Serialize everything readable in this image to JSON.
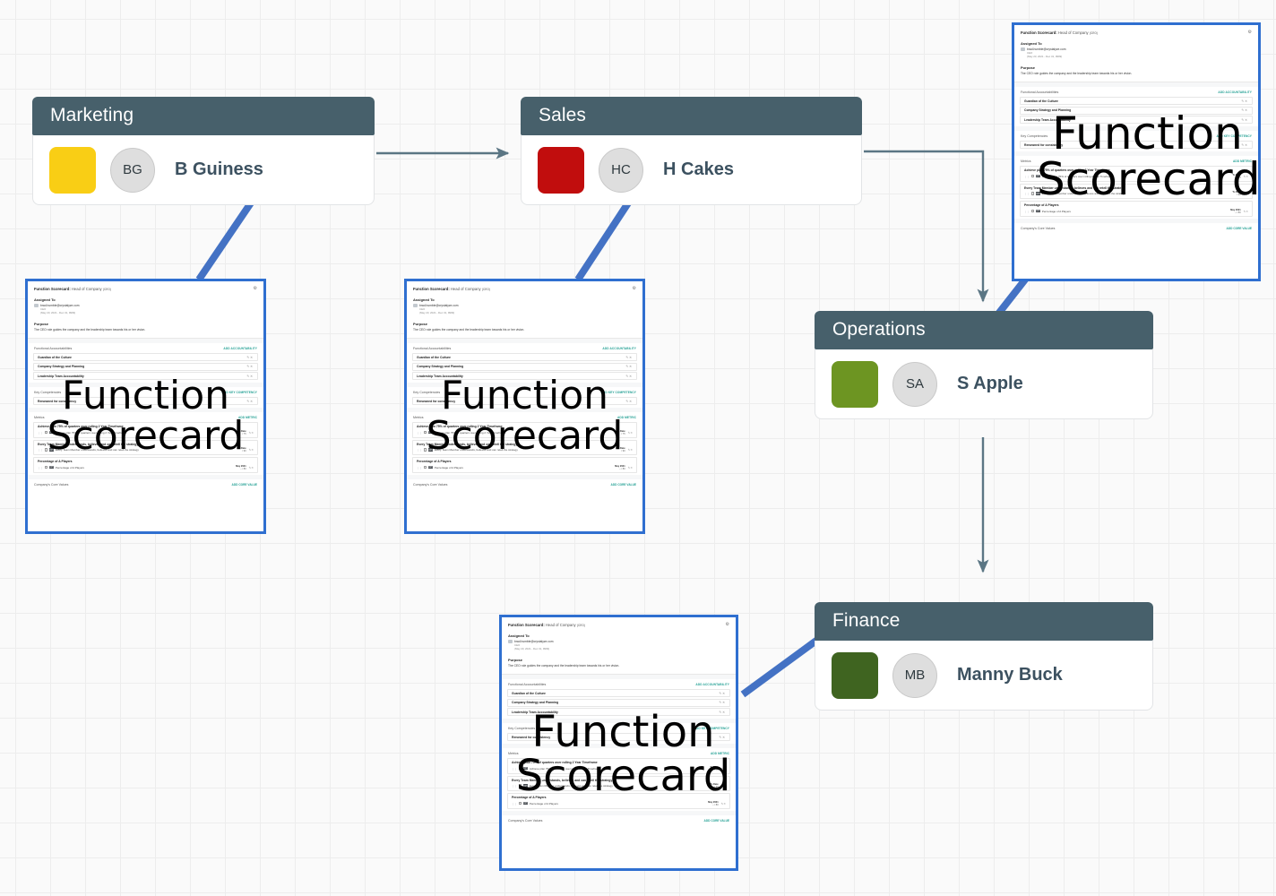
{
  "canvas": {
    "background_color": "#fafafa",
    "grid_color": "#ededed",
    "connector_color": "#5b7684",
    "annotation_line_color": "#4472c4",
    "scorecard_border_color": "#2f6fd0"
  },
  "overlay_label": {
    "line1": "Function",
    "line2": "Scorecard"
  },
  "nodes": [
    {
      "id": "marketing",
      "department": "Marketing",
      "swatch_color": "#f9ce15",
      "initials": "BG",
      "person": "B Guiness"
    },
    {
      "id": "sales",
      "department": "Sales",
      "swatch_color": "#c10d0d",
      "initials": "HC",
      "person": "H Cakes"
    },
    {
      "id": "operations",
      "department": "Operations",
      "swatch_color": "#6d9522",
      "initials": "SA",
      "person": "S Apple"
    },
    {
      "id": "finance",
      "department": "Finance",
      "swatch_color": "#3f6420",
      "initials": "MB",
      "person": "Manny Buck"
    }
  ],
  "scorecard": {
    "title_label": "Function Scorecard:",
    "title_value": "Head of Company",
    "title_suffix": "(CEO)",
    "gear_icon": "gear-icon",
    "assigned_to_label": "Assigned To",
    "assigned_email": "brad.humble@crystalyze.com",
    "assigned_role": "CEO",
    "assigned_dates": "(May 23, 2021 - Dec 31, 9999)",
    "purpose_label": "Purpose",
    "purpose_text": "The CEO role guides the company and the leadership team towards his or her vision.",
    "accountabilities_label": "Functional Accountabilities",
    "add_accountability_label": "ADD ACCOUNTABILITY",
    "accountabilities": [
      "Guardian of the Culture",
      "Company Strategy and Planning",
      "Leadership Team Accountability"
    ],
    "competencies_label": "Key Competencies",
    "add_competency_label": "ADD KEY COMPETENCY",
    "competencies": [
      "Renowned for consistency"
    ],
    "metrics_label": "Metrics",
    "add_metric_label": "ADD METRIC",
    "metrics": [
      {
        "title": "Achieve plan 75% of quarters over rolling 2 Year Timeframe",
        "badge": "KPI",
        "row_text": "Achieve plan 75% of quarters over rolling 2 Year Timeframe",
        "period": "To Date",
        "value": "/ 75"
      },
      {
        "title": "Every Team Member understands, believes and can retell the strategy",
        "badge": "KPI",
        "row_text": "Every Team Member understands, believes and can retell the strategy",
        "period": "To Date",
        "value": "/ 90"
      },
      {
        "title": "Percentage of A Players",
        "badge": "KPI",
        "row_text": "Percentage of A Players",
        "period": "May 2021",
        "value": "-- / 80"
      }
    ],
    "core_values_label": "Company's Core Values",
    "add_core_value_label": "ADD CORE VALUE"
  }
}
